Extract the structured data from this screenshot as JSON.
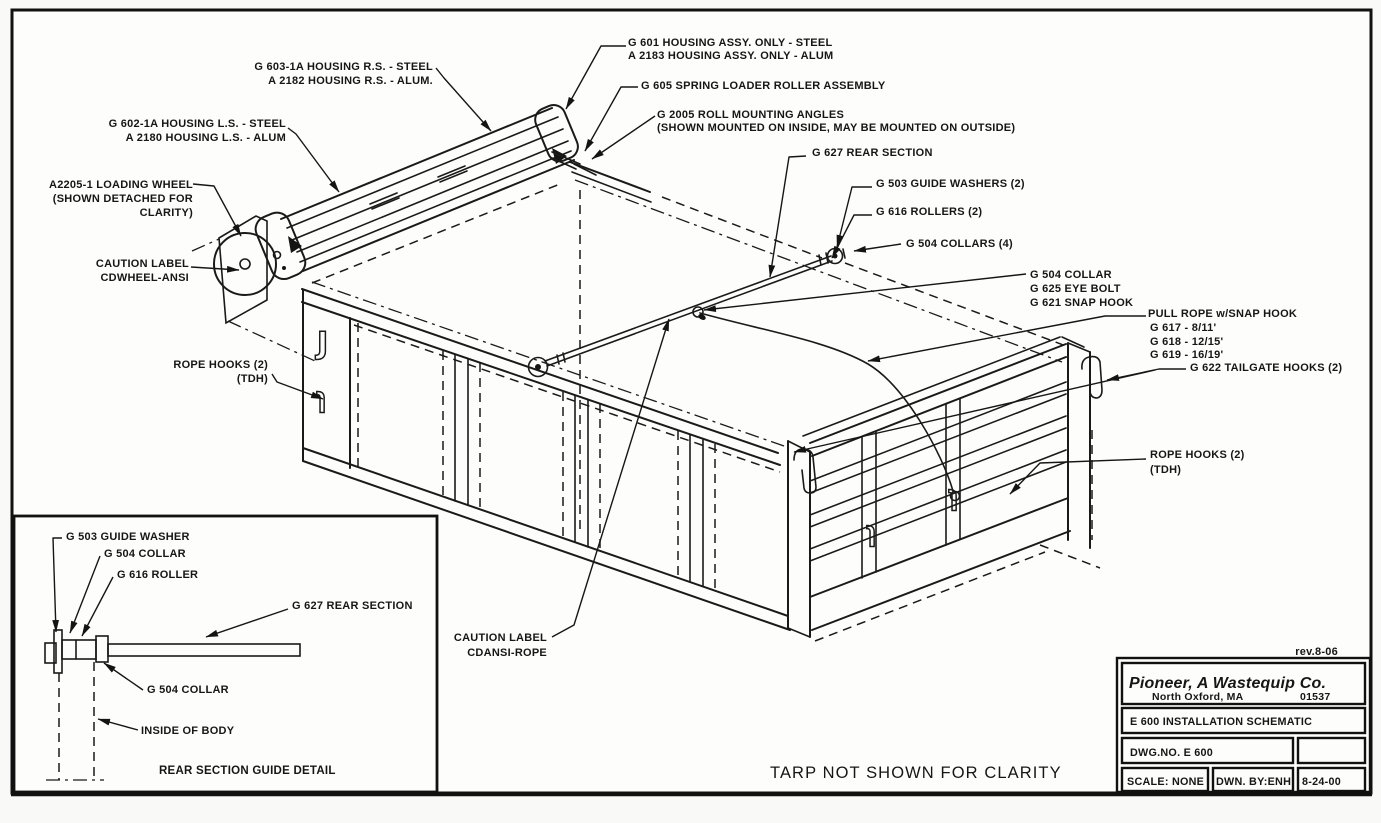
{
  "sheet": {
    "tarp_note": "TARP NOT SHOWN FOR CLARITY",
    "rev": "rev.8-06"
  },
  "title_block": {
    "company": "Pioneer, A Wastequip Co.",
    "address_city": "North Oxford, MA",
    "address_zip": "01537",
    "drawing_title": "E 600 INSTALLATION SCHEMATIC",
    "dwg_no": "DWG.NO. E 600",
    "scale": "SCALE: NONE",
    "drawn_by": "DWN. BY:ENH",
    "date": "8-24-00"
  },
  "callouts": {
    "g601": [
      "G 601 HOUSING ASSY. ONLY - STEEL",
      "A 2183 HOUSING ASSY. ONLY - ALUM"
    ],
    "g603": [
      "G 603-1A HOUSING R.S. - STEEL",
      "A 2182 HOUSING R.S. - ALUM."
    ],
    "g605": [
      "G 605 SPRING LOADER ROLLER ASSEMBLY"
    ],
    "g2005": [
      "G 2005 ROLL MOUNTING ANGLES",
      "(SHOWN MOUNTED ON INSIDE, MAY BE MOUNTED ON OUTSIDE)"
    ],
    "g602": [
      "G 602-1A HOUSING L.S. - STEEL",
      "A 2180 HOUSING L.S. - ALUM"
    ],
    "g627": [
      "G 627 REAR SECTION"
    ],
    "a2205": [
      "A2205-1 LOADING WHEEL",
      "(SHOWN DETACHED FOR",
      "CLARITY)"
    ],
    "g503": [
      "G 503 GUIDE WASHERS (2)"
    ],
    "g616": [
      "G 616 ROLLERS (2)"
    ],
    "g504s": [
      "G 504 COLLARS (4)"
    ],
    "cdwheel": [
      "CAUTION LABEL",
      "CDWHEEL-ANSI"
    ],
    "hardware": [
      "G 504 COLLAR",
      "G 625 EYE BOLT",
      "G 621 SNAP HOOK"
    ],
    "pull_rope": [
      "PULL ROPE w/SNAP HOOK",
      "G 617 - 8/11'",
      "G 618 - 12/15'",
      "G 619 - 16/19'"
    ],
    "g622": [
      "G 622 TAILGATE HOOKS (2)"
    ],
    "rope_hooks_left": [
      "ROPE HOOKS (2)",
      "(TDH)"
    ],
    "rope_hooks_right": [
      "ROPE HOOKS (2)",
      "(TDH)"
    ],
    "cdansi": [
      "CAUTION LABEL",
      "CDANSI-ROPE"
    ]
  },
  "detail_inset": {
    "guide_washer": "G 503 GUIDE WASHER",
    "collar_top": "G 504 COLLAR",
    "roller": "G 616 ROLLER",
    "rear_section": "G 627 REAR SECTION",
    "collar_bottom": "G 504 COLLAR",
    "inside_of_body": "INSIDE OF BODY",
    "caption": "REAR SECTION GUIDE DETAIL"
  },
  "colors": {
    "line": "#1a1a1a",
    "paper": "#fdfdfc",
    "background": "#f9f9f8"
  }
}
